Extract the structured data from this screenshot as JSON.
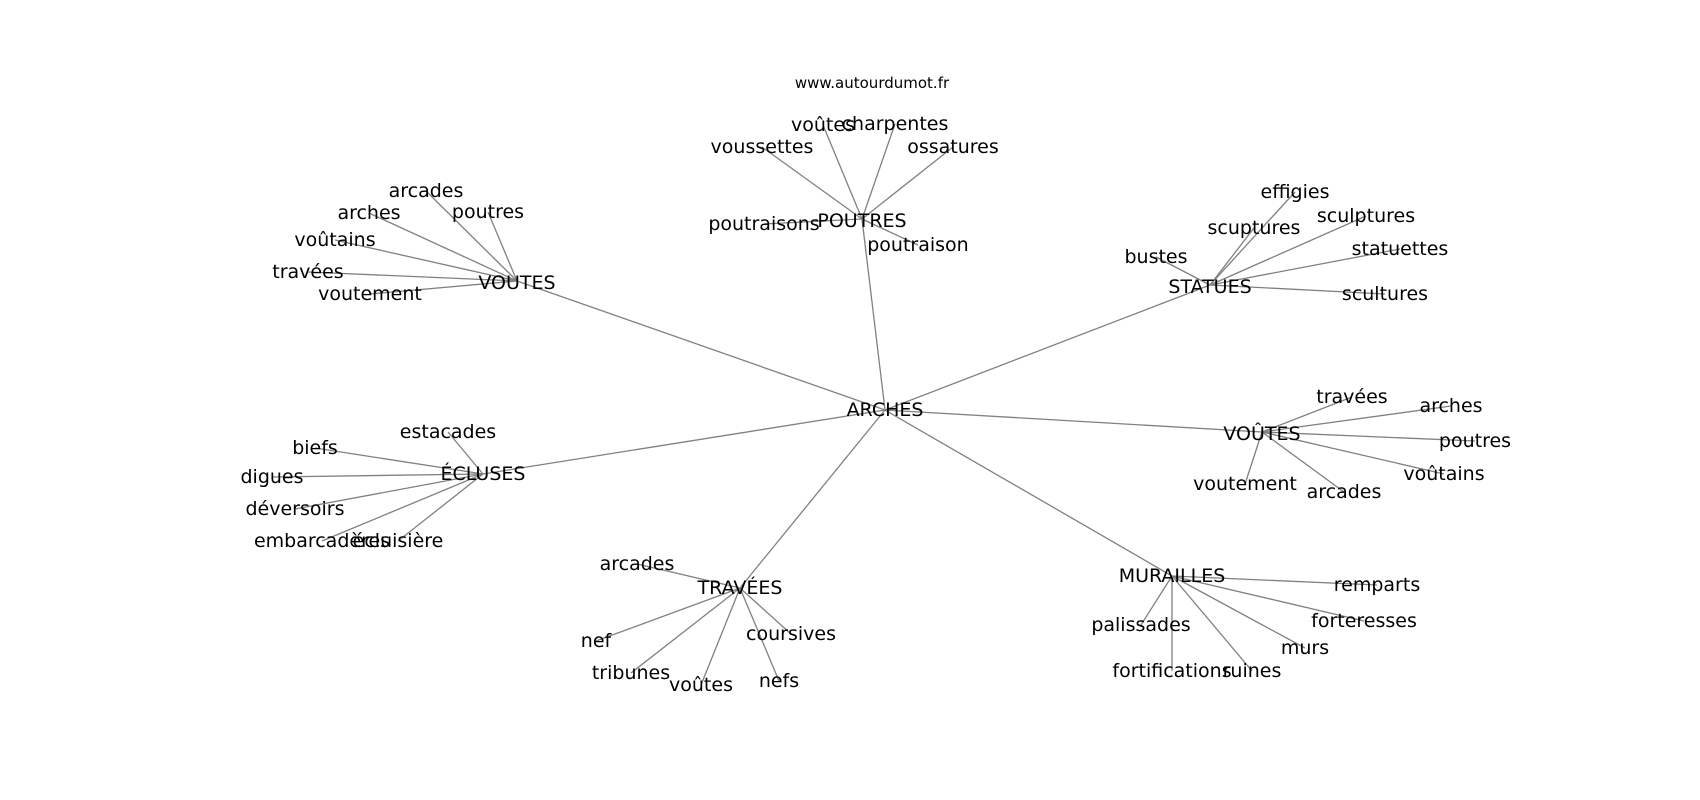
{
  "site": "www.autourdumot.fr",
  "center": "ARCHES",
  "line_color": "#808080",
  "groups": [
    {
      "hub": "POUTRES",
      "leaves": [
        "voûtes",
        "charpentes",
        "voussettes",
        "ossatures",
        "poutraisons",
        "poutraison"
      ]
    },
    {
      "hub": "VOUTES",
      "leaves": [
        "arcades",
        "arches",
        "poutres",
        "voûtains",
        "travées",
        "voutement"
      ]
    },
    {
      "hub": "STATUES",
      "leaves": [
        "effigies",
        "scuptures",
        "sculptures",
        "bustes",
        "statuettes",
        "scultures"
      ]
    },
    {
      "hub": "VOÛTES",
      "leaves": [
        "travées",
        "arches",
        "poutres",
        "voûtains",
        "voutement",
        "arcades"
      ]
    },
    {
      "hub": "ÉCLUSES",
      "leaves": [
        "estacades",
        "biefs",
        "digues",
        "déversoirs",
        "embarcadères",
        "écluisière"
      ]
    },
    {
      "hub": "TRAVÉES",
      "leaves": [
        "arcades",
        "nef",
        "coursives",
        "tribunes",
        "voûtes",
        "nefs"
      ]
    },
    {
      "hub": "MURAILLES",
      "leaves": [
        "remparts",
        "palissades",
        "forteresses",
        "murs",
        "fortifications",
        "ruines"
      ]
    }
  ]
}
